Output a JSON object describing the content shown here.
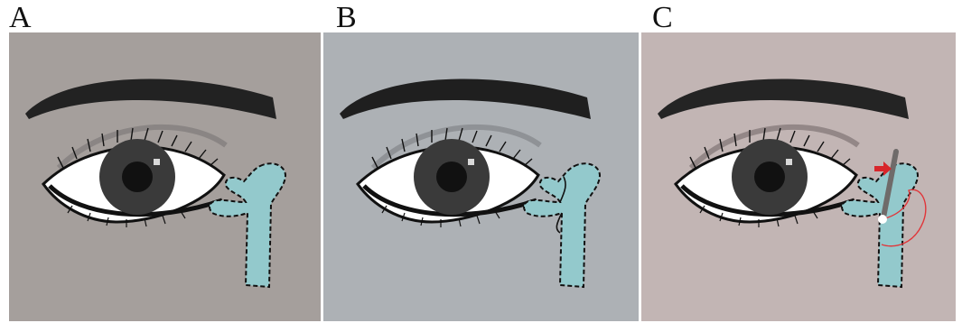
{
  "figure": {
    "panels": [
      {
        "label": "A",
        "background": "#a59f9c",
        "arrow": false,
        "probe": false
      },
      {
        "label": "B",
        "background": "#adb1b5",
        "arrow": false,
        "probe": true
      },
      {
        "label": "C",
        "background": "#c2b5b4",
        "arrow": true,
        "probe": true
      }
    ],
    "colors": {
      "canaliculus_fill": "#93c9cc",
      "brow": "#222222",
      "iris": "#3a3a3a",
      "pupil": "#111111",
      "arrow": "#d8262b",
      "suture": "#e0363a",
      "probe": "#6f6b6a"
    },
    "icons": [
      "eyebrow-icon",
      "eye-icon",
      "lacrimal-duct-icon",
      "probe-icon",
      "arrow-icon"
    ]
  }
}
